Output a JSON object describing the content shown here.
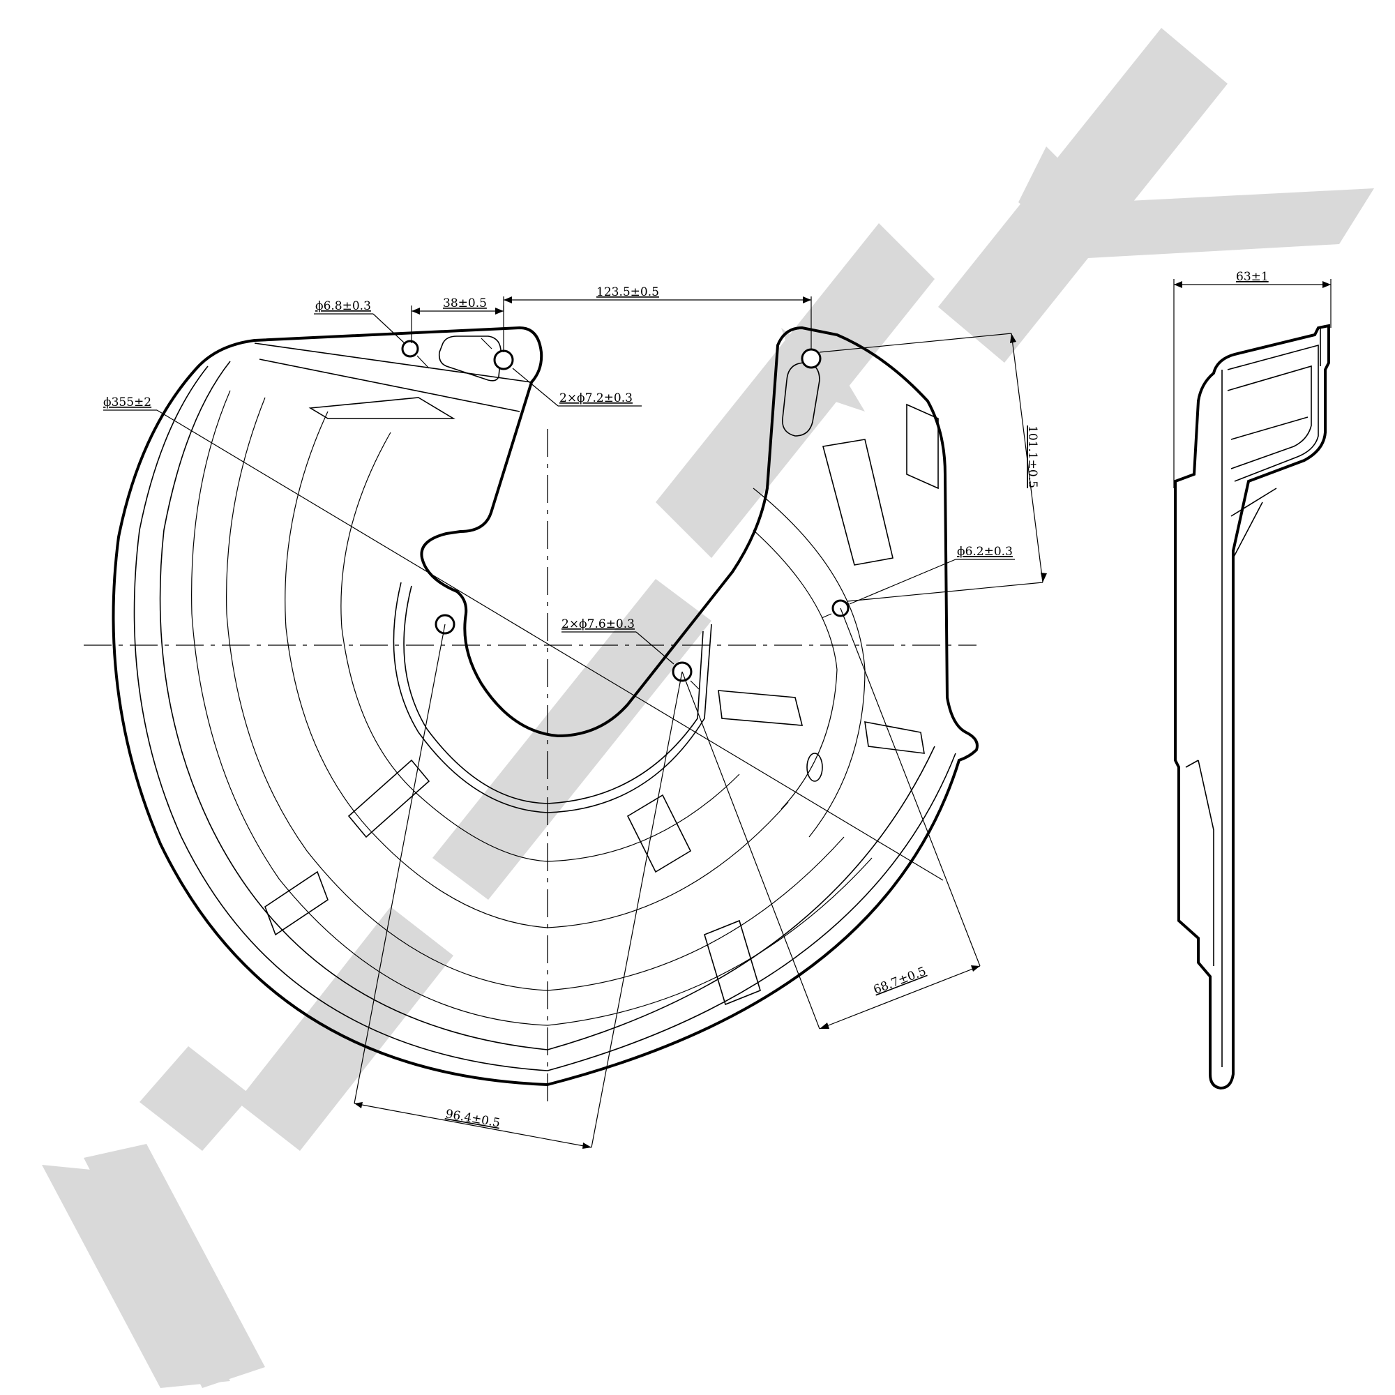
{
  "watermark": {
    "color": "#d9d9d9"
  },
  "dimensions": {
    "dia_6_8": "ϕ6.8±0.3",
    "len_38": "38±0.5",
    "len_123_5": "123.5±0.5",
    "dia_355": "ϕ355±2",
    "dia_7_2": "2×ϕ7.2±0.3",
    "len_101_1": "101.1±0.5",
    "dia_6_2": "ϕ6.2±0.3",
    "dia_7_6": "2×ϕ7.6±0.3",
    "len_68_7": "68.7±0.5",
    "len_96_4": "96.4±0.5",
    "len_63": "63±1"
  }
}
